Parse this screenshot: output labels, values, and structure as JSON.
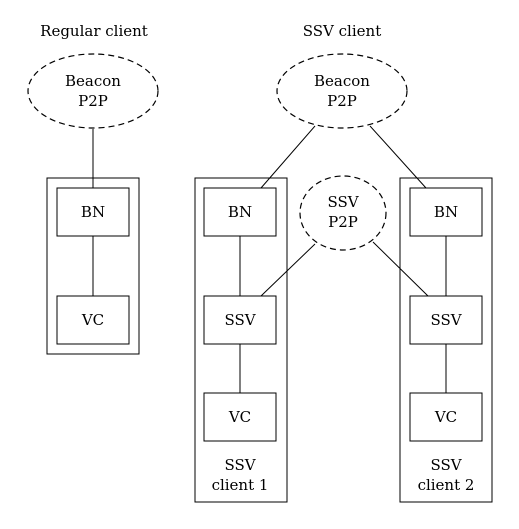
{
  "headings": {
    "regular": "Regular client",
    "ssv": "SSV client"
  },
  "regular_client": {
    "beacon_line1": "Beacon",
    "beacon_line2": "P2P",
    "bn": "BN",
    "vc": "VC"
  },
  "ssv_client": {
    "beacon_line1": "Beacon",
    "beacon_line2": "P2P",
    "ssv_p2p_line1": "SSV",
    "ssv_p2p_line2": "P2P",
    "client1": {
      "bn": "BN",
      "ssv": "SSV",
      "vc": "VC",
      "label_line1": "SSV",
      "label_line2": "client 1"
    },
    "client2": {
      "bn": "BN",
      "ssv": "SSV",
      "vc": "VC",
      "label_line1": "SSV",
      "label_line2": "client 2"
    }
  }
}
